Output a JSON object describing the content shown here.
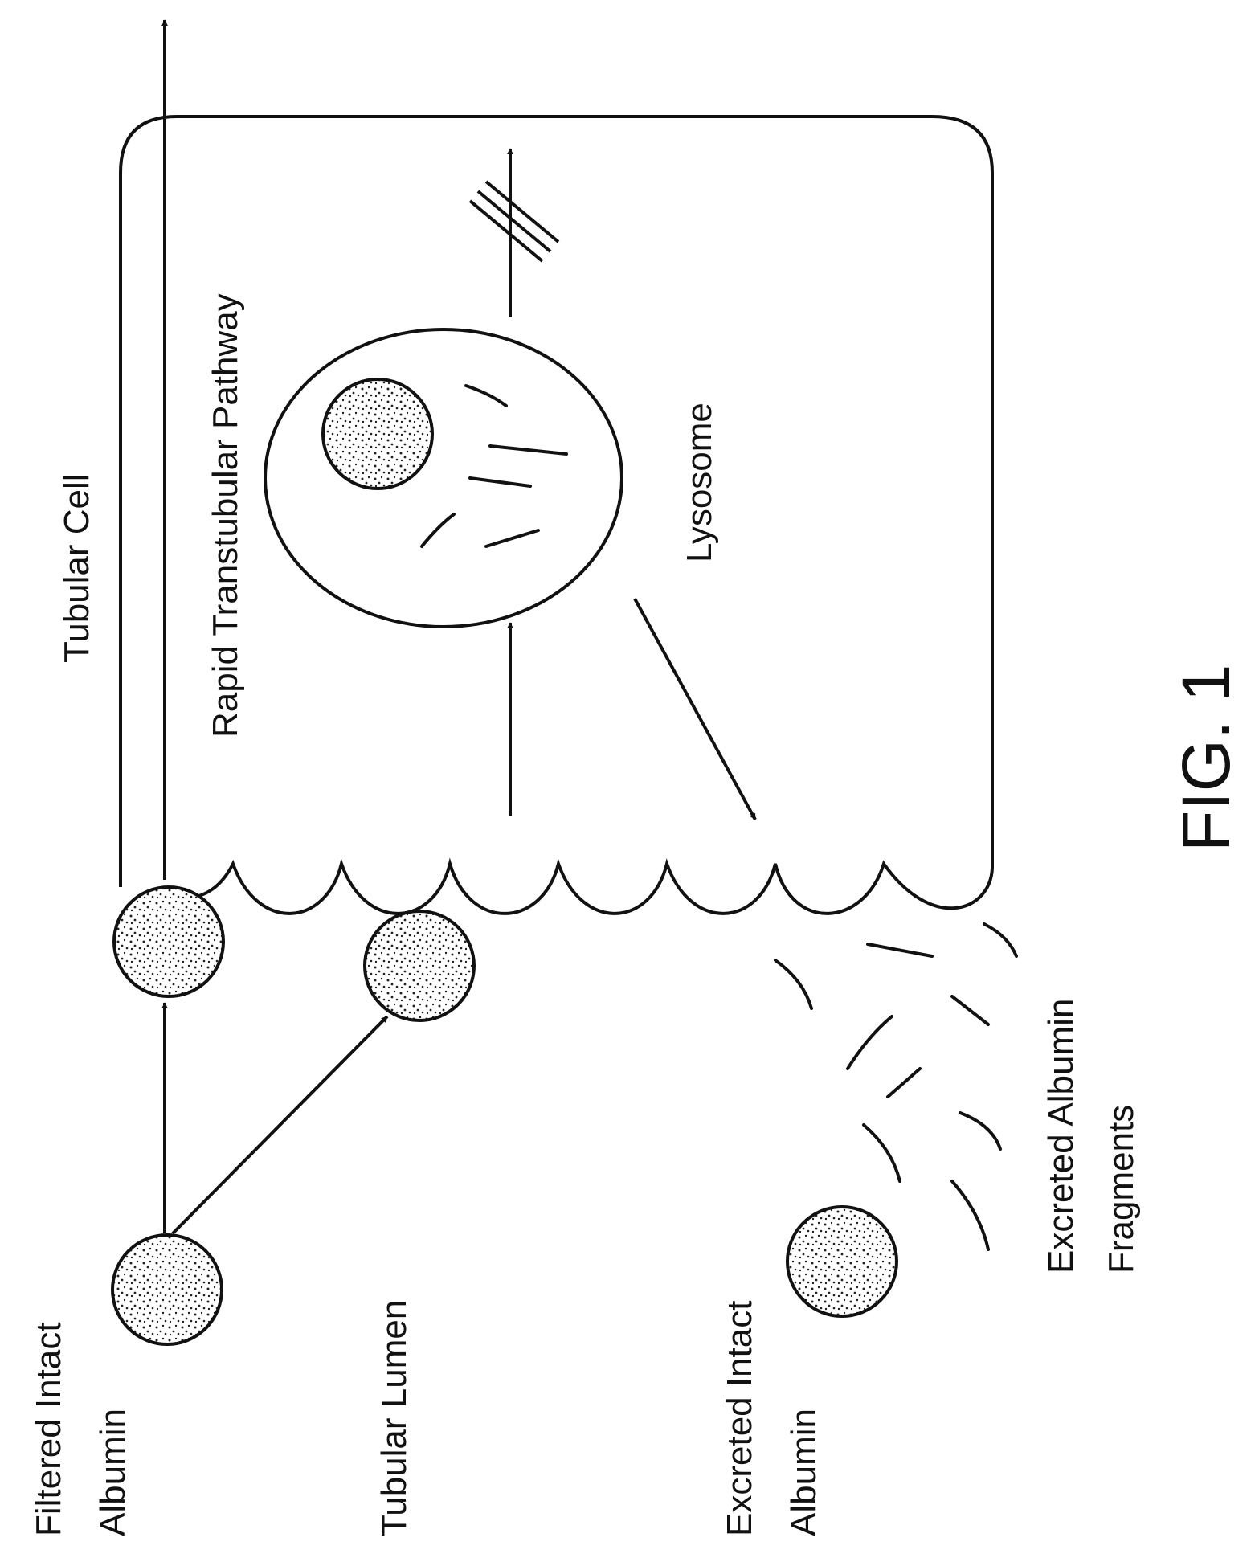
{
  "figure": {
    "fig_label": "FIG. 1",
    "labels": {
      "tubular_cell": "Tubular Cell",
      "rapid_pathway": "Rapid Transtubular Pathway",
      "lysosome": "Lysosome",
      "filtered_line1": "Filtered Intact",
      "filtered_line2": "Albumin",
      "tubular_lumen": "Tubular Lumen",
      "excreted_intact_line1": "Excreted Intact",
      "excreted_intact_line2": "Albumin",
      "excreted_fragments_line1": "Excreted Albumin",
      "excreted_fragments_line2": "Fragments"
    }
  }
}
